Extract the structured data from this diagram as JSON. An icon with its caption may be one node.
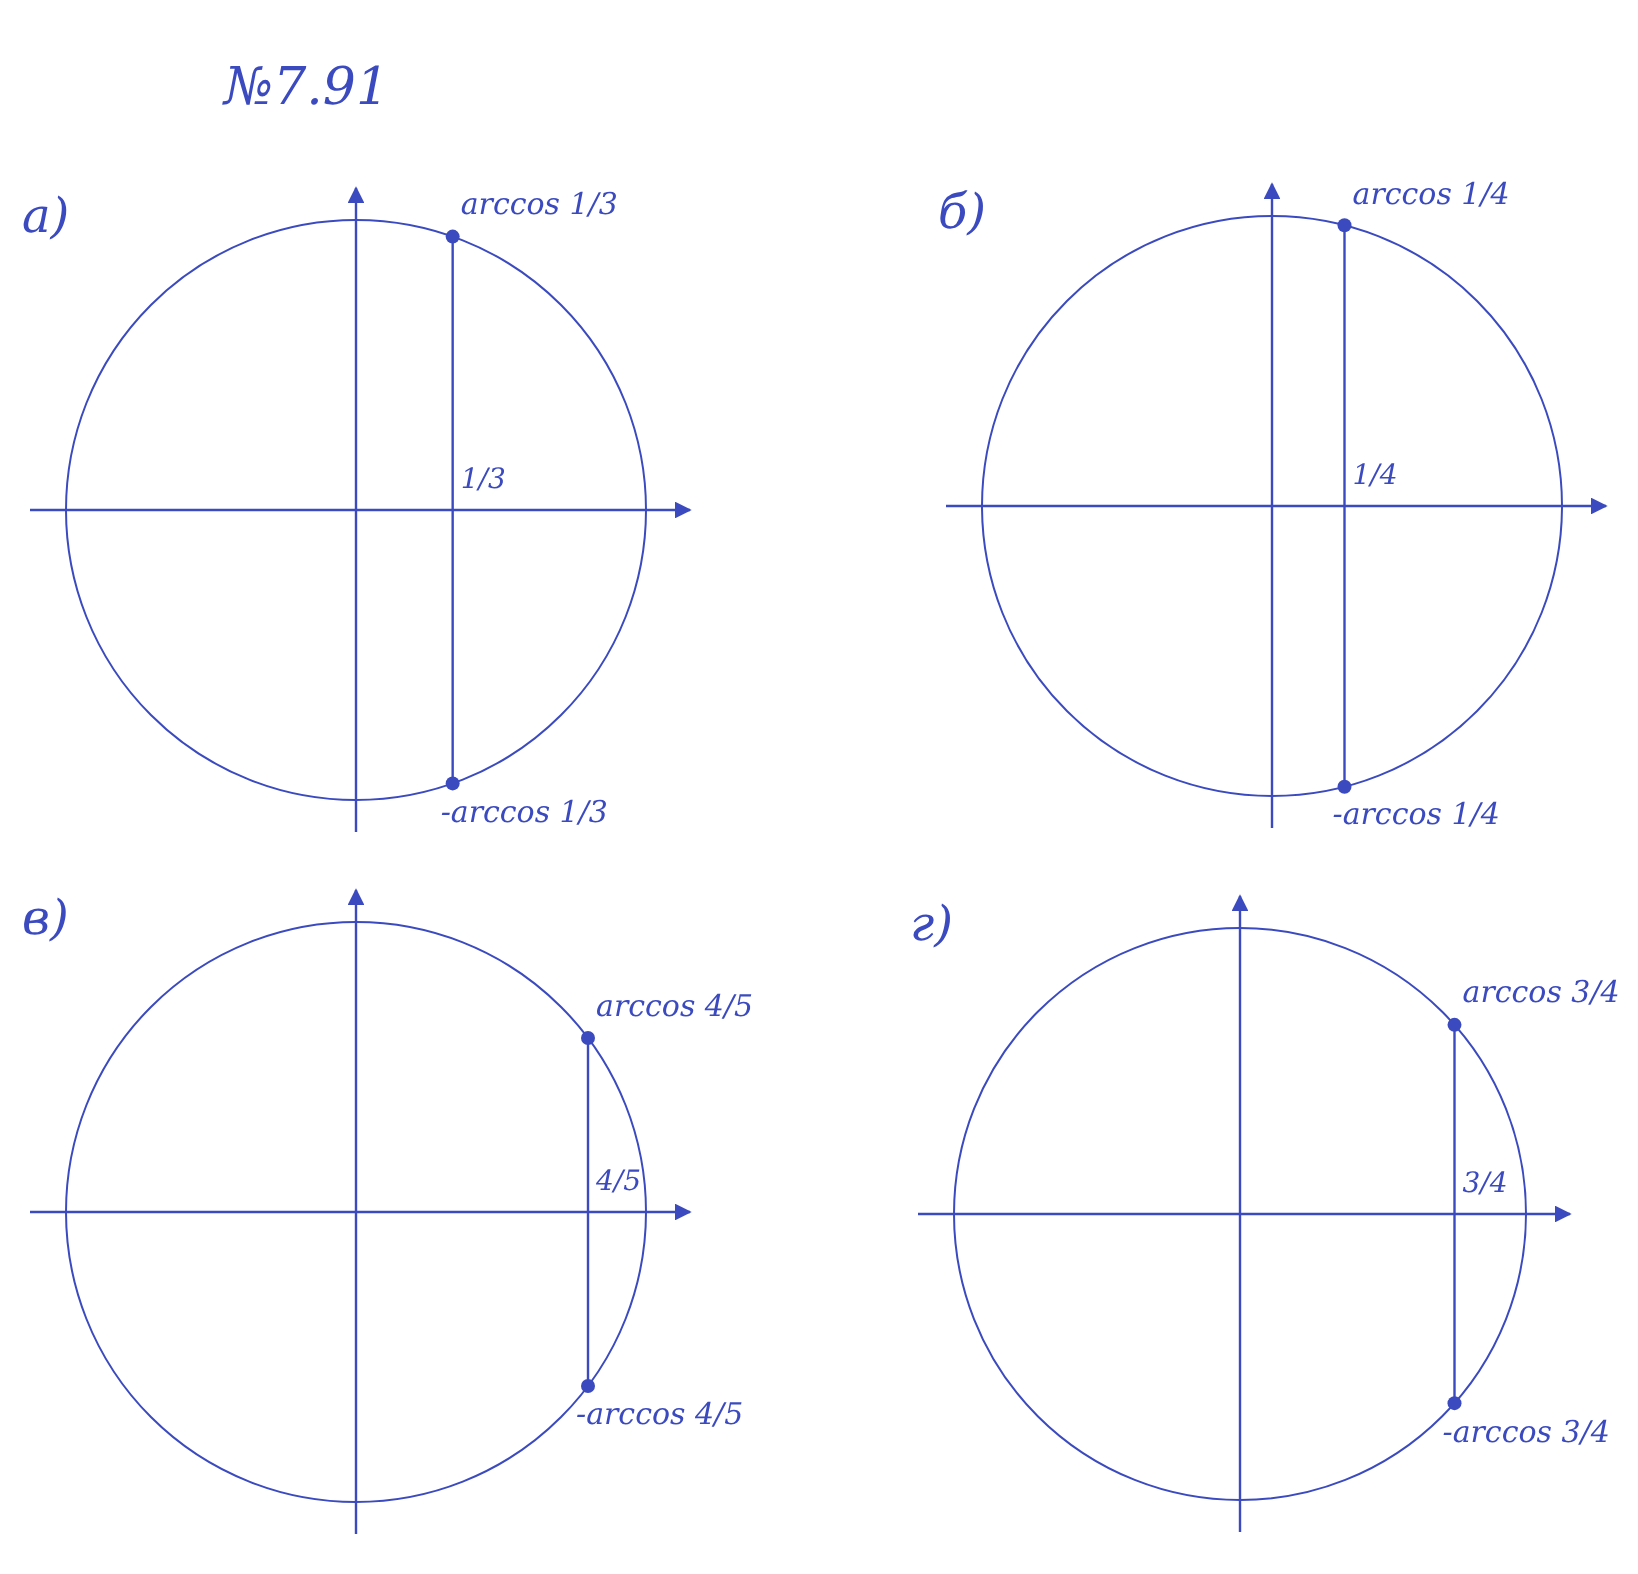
{
  "diagram": {
    "title": "№7.91",
    "labels": [
      "а)",
      "arccos 1/3",
      "1/3",
      "-arccos 1/3",
      "б)",
      "arccos 1/4",
      "1/4",
      "-arccos 1/4",
      "в)",
      "arccos 4/5",
      "4/5",
      "-arccos 4/5",
      "г)",
      "arccos 3/4",
      "3/4",
      "-arccos 3/4"
    ]
  }
}
